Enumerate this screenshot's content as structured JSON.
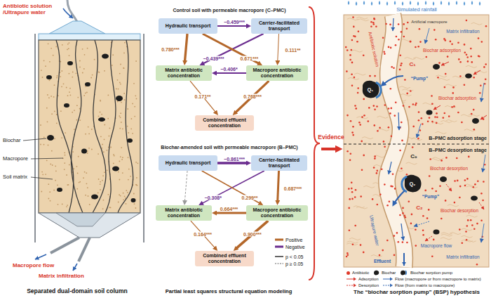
{
  "diagram": {
    "nodes": [
      {
        "text": [
          "Hydraulic transport"
        ]
      },
      {
        "text": [
          "Carrier-facilitated transport"
        ]
      },
      {
        "text": [
          "Matrix antibiotic concentration"
        ]
      },
      {
        "text": [
          "Macropore antibiotic concentration"
        ]
      },
      {
        "text": [
          "Combined effluent concentration"
        ]
      },
      {
        "text": [
          "Hydraulic transport"
        ]
      },
      {
        "text": [
          "Carrier-facilitated transport"
        ]
      },
      {
        "text": [
          "Matrix antibiotic concentration"
        ]
      },
      {
        "text": [
          "Macropore antibiotic concentration"
        ]
      },
      {
        "text": [
          "Combined effluent concentration"
        ]
      }
    ],
    "edges": [
      {
        "from": 0,
        "to": 1,
        "label": "−0.459***",
        "arrow": "to"
      },
      {
        "from": 0,
        "to": 2,
        "label": "0.780***",
        "arrow": "to"
      },
      {
        "from": 1,
        "to": 2,
        "label": "−0.439***",
        "arrow": "to"
      },
      {
        "from": 0,
        "to": 3,
        "label": "0.671***",
        "arrow": "to"
      },
      {
        "from": 1,
        "to": 3,
        "label": "0.111**",
        "arrow": "to"
      },
      {
        "from": 3,
        "to": 2,
        "label": "−0.406*",
        "arrow": "to"
      },
      {
        "from": 2,
        "to": 4,
        "label": "0.171**",
        "arrow": "to"
      },
      {
        "from": 3,
        "to": 4,
        "label": "0.768***",
        "arrow": "to"
      },
      {
        "from": 5,
        "to": 6,
        "label": "−0.861***",
        "arrow": "to"
      },
      {
        "from": 5,
        "to": 7,
        "arrow": "to"
      },
      {
        "from": 6,
        "to": 7,
        "label": "−0.308*",
        "arrow": "to"
      },
      {
        "from": 5,
        "to": 8,
        "label": "0.299**",
        "arrow": "to"
      },
      {
        "from": 6,
        "to": 8,
        "label": "0.687***",
        "arrow": "to"
      },
      {
        "from": 8,
        "to": 7,
        "label": "0.664***",
        "arrow": "to"
      },
      {
        "from": 7,
        "to": 9,
        "label": "0.164***",
        "arrow": "to"
      },
      {
        "from": 8,
        "to": 9,
        "label": "0.900***",
        "arrow": "to"
      }
    ],
    "labels": [
      "Antibiotic solution /Ultrapure water",
      "Biochar",
      "Macropore",
      "Soil matrix",
      "Macropore flow",
      "Matrix infiltration",
      "Separated dual-domain soil column",
      "Control soil with permeable macropore (C–PMC)",
      "Biochar-amended soil with permeable macropore (B–PMC)",
      "Partial least squares structural equation modeling",
      "Evidence",
      "Simulated rainfall",
      "Artificial macropore",
      "Matrix infiltration",
      "Antibiotic solution",
      "C₁",
      "“Pump”",
      "Q₁",
      "Biochar adsorption",
      "Biochar adsorption",
      "B–PMC adsorption stage",
      "C₀",
      "B–PMC desorption stage",
      "Ultrapure water",
      "Q₂",
      "“Pump”",
      "C₂",
      "Biochar desorption",
      "Biochar desorption",
      "Macropore flow",
      "Matrix infiltration",
      "Effluent",
      "The “biochar sorption pump” (BSP) hypothesis"
    ],
    "legend": [
      {
        "text": "Positive",
        "color": "#b4672a"
      },
      {
        "text": "Negative",
        "color": "#6b2d8f"
      },
      {
        "text": "p < 0.05"
      },
      {
        "text": "p ≥ 0.05"
      },
      {
        "text": "Antibiotic",
        "color": "#e03a2a"
      },
      {
        "text": "Biochar"
      },
      {
        "text": "Biochar sorption pump"
      },
      {
        "text": "Adsorption"
      },
      {
        "text": "Desorption"
      },
      {
        "text": "Flow (macropore or from macropore to matrix)"
      },
      {
        "text": "Flow (from matrix to macropore)"
      }
    ]
  }
}
